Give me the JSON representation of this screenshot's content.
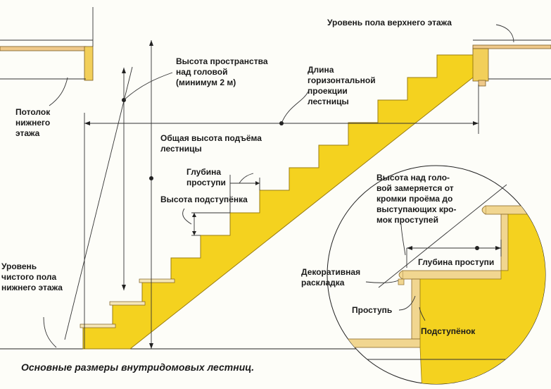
{
  "labels": {
    "upper_floor": "Уровень пола верхнего этажа",
    "headroom_1": "Высота пространства",
    "headroom_2": "над головой",
    "headroom_3": "(минимум 2 м)",
    "length_1": "Длина",
    "length_2": "горизонтальной",
    "length_3": "проекции",
    "length_4": "лестницы",
    "ceiling_1": "Потолок",
    "ceiling_2": "нижнего",
    "ceiling_3": "этажа",
    "total_rise_1": "Общая высота подъёма",
    "total_rise_2": "лестницы",
    "tread_depth_1": "Глубина",
    "tread_depth_2": "проступи",
    "riser_height": "Высота подступёнка",
    "lower_floor_1": "Уровень",
    "lower_floor_2": "чистого пола",
    "lower_floor_3": "нижнего этажа",
    "detail_note_1": "Высота над голо-",
    "detail_note_2": "вой замеряется от",
    "detail_note_3": "кромки проёма до",
    "detail_note_4": "выступающих кро-",
    "detail_note_5": "мок проступей",
    "detail_tread_depth": "Глубина проступи",
    "decorative_1": "Декоративная",
    "decorative_2": "раскладка",
    "tread": "Проступь",
    "riser": "Подступёнок"
  },
  "caption": "Основные размеры внутридомовых лестниц.",
  "colors": {
    "stringer": "#f4d21f",
    "stringer_edge": "#9a7d10",
    "wood": "#f1d690",
    "wood_edge": "#8a6a2a",
    "line": "#222222"
  }
}
